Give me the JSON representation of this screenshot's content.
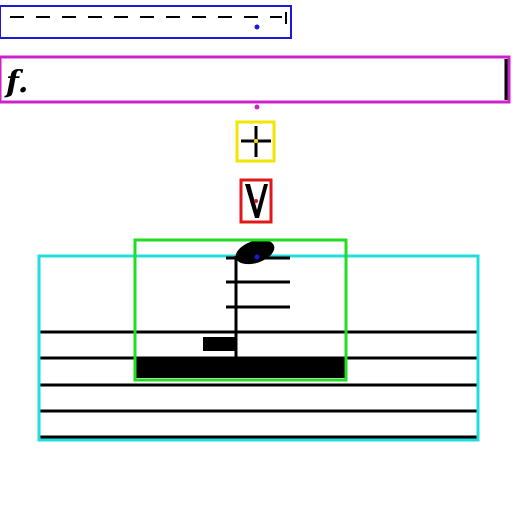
{
  "dynamic_marking": "f.",
  "colors": {
    "ink": "#000000",
    "background": "#ffffff",
    "hairpin_box": "#1a1ad6",
    "dynamic_box": "#cc22cc",
    "plus_box": "#f2e600",
    "accent_box": "#e01818",
    "note_box": "#22dd22",
    "staff_box": "#22dddd",
    "center_marker": "#1a1ad6"
  },
  "annotations": [
    {
      "id": "hairpin",
      "label": "",
      "color_key": "hairpin_box"
    },
    {
      "id": "dynamic",
      "label": "",
      "color_key": "dynamic_box"
    },
    {
      "id": "plus",
      "label": "",
      "color_key": "plus_box"
    },
    {
      "id": "accent",
      "label": "",
      "color_key": "accent_box"
    },
    {
      "id": "note",
      "label": "",
      "color_key": "note_box"
    },
    {
      "id": "staff",
      "label": "",
      "color_key": "staff_box"
    }
  ]
}
